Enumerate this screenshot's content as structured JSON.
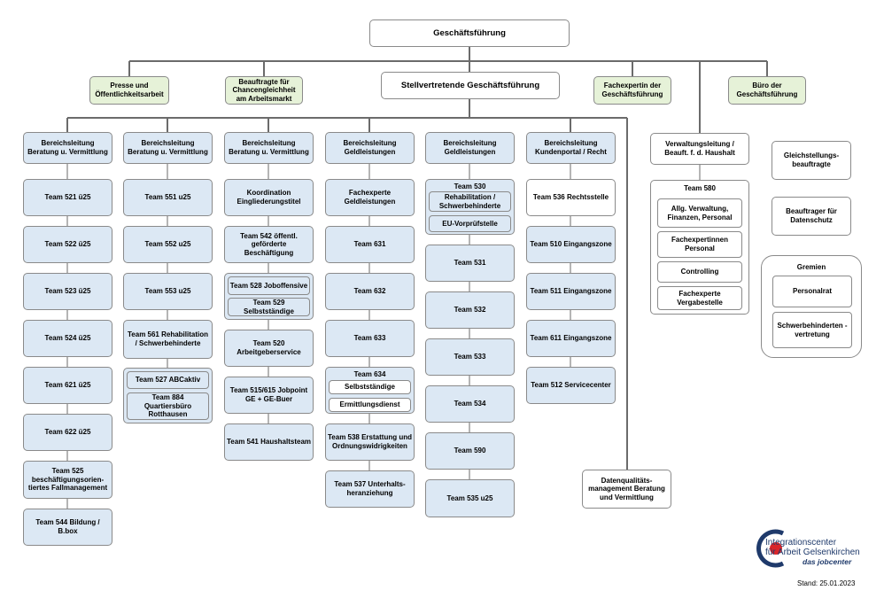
{
  "top": {
    "gf": "Geschäftsführung",
    "presse": "Presse und Öffentlichkeitsarbeit",
    "beauftragte": "Beauftragte für Chancengleichheit am Arbeitsmarkt",
    "stv": "Stellvertretende Geschäftsführung",
    "fachexpertin": "Fachexpertin der Geschäftsführung",
    "buero": "Büro der Geschäftsführung"
  },
  "col1": {
    "head": "Bereichsleitung Beratung u. Vermittlung",
    "items": [
      "Team 521 ü25",
      "Team 522 ü25",
      "Team 523 ü25",
      "Team 524 ü25",
      "Team 621 ü25",
      "Team 622 ü25",
      "Team 525 beschäftigungsorien-tiertes Fallmanagement",
      "Team 544 Bildung / B.box"
    ]
  },
  "col2": {
    "head": "Bereichsleitung Beratung u. Vermittlung",
    "items": [
      "Team 551 u25",
      "Team 552 u25",
      "Team 553 u25",
      "Team 561 Rehabilitation / Schwerbehinderte"
    ],
    "group": [
      "Team 527 ABCaktiv",
      "Team 884 Quartiersbüro Rotthausen"
    ]
  },
  "col3": {
    "head": "Bereichsleitung Beratung u. Vermittlung",
    "items": [
      "Koordination Eingliederungstitel",
      "Team 542 öffentl. geförderte Beschäftigung"
    ],
    "group": [
      "Team 528 Joboffensive",
      "Team 529 Selbstständige"
    ],
    "items2": [
      "Team 520 Arbeitgeberservice",
      "Team 515/615 Jobpoint GE + GE-Buer",
      "Team 541 Haushaltsteam"
    ]
  },
  "col4": {
    "head": "Bereichsleitung Geldleistungen",
    "items": [
      "Fachexperte Geldleistungen",
      "Team 631",
      "Team 632",
      "Team 633"
    ],
    "group_title": "Team 634",
    "group": [
      "Selbstständige",
      "Ermittlungsdienst"
    ],
    "items2": [
      "Team 538 Erstattung und Ordnungswidrigkeiten",
      "Team 537 Unterhalts-heranziehung"
    ]
  },
  "col5": {
    "head": "Bereichsleitung Geldleistungen",
    "group_title": "Team 530",
    "group": [
      "Rehabilitation / Schwerbehinderte",
      "EU-Vorprüfstelle"
    ],
    "items": [
      "Team 531",
      "Team 532",
      "Team 533",
      "Team 534",
      "Team 590",
      "Team 535 u25"
    ]
  },
  "col6": {
    "head": "Bereichsleitung Kundenportal / Recht",
    "items": [
      "Team 536 Rechtsstelle",
      "Team 510 Eingangszone",
      "Team 511 Eingangszone",
      "Team 611 Eingangszone",
      "Team 512 Servicecenter"
    ]
  },
  "verw": {
    "head": "Verwaltungsleitung / Beauft. f. d. Haushalt",
    "group_title": "Team 580",
    "group": [
      "Allg. Verwaltung, Finanzen, Personal",
      "Fachexpertinnen Personal",
      "Controlling",
      "Fachexperte Vergabestelle"
    ]
  },
  "daten": "Datenqualitäts-management Beratung und Vermittlung",
  "right": {
    "gleich": "Gleichstellungs-beauftragte",
    "datenschutz": "Beauftrager für Datenschutz",
    "gremien_title": "Gremien",
    "gremien": [
      "Personalrat",
      "Schwerbehinderten -vertretung"
    ]
  },
  "logo": {
    "line1": "Integrationscenter",
    "line2": "für Arbeit Gelsenkirchen",
    "line3": "das jobcenter"
  },
  "stand": "Stand: 25.01.2023",
  "colors": {
    "blue_box": "#dce8f4",
    "green_box": "#e6f2d8",
    "line": "#6b6b6b",
    "logo_red": "#d9252a",
    "logo_blue": "#1f3a6b"
  }
}
